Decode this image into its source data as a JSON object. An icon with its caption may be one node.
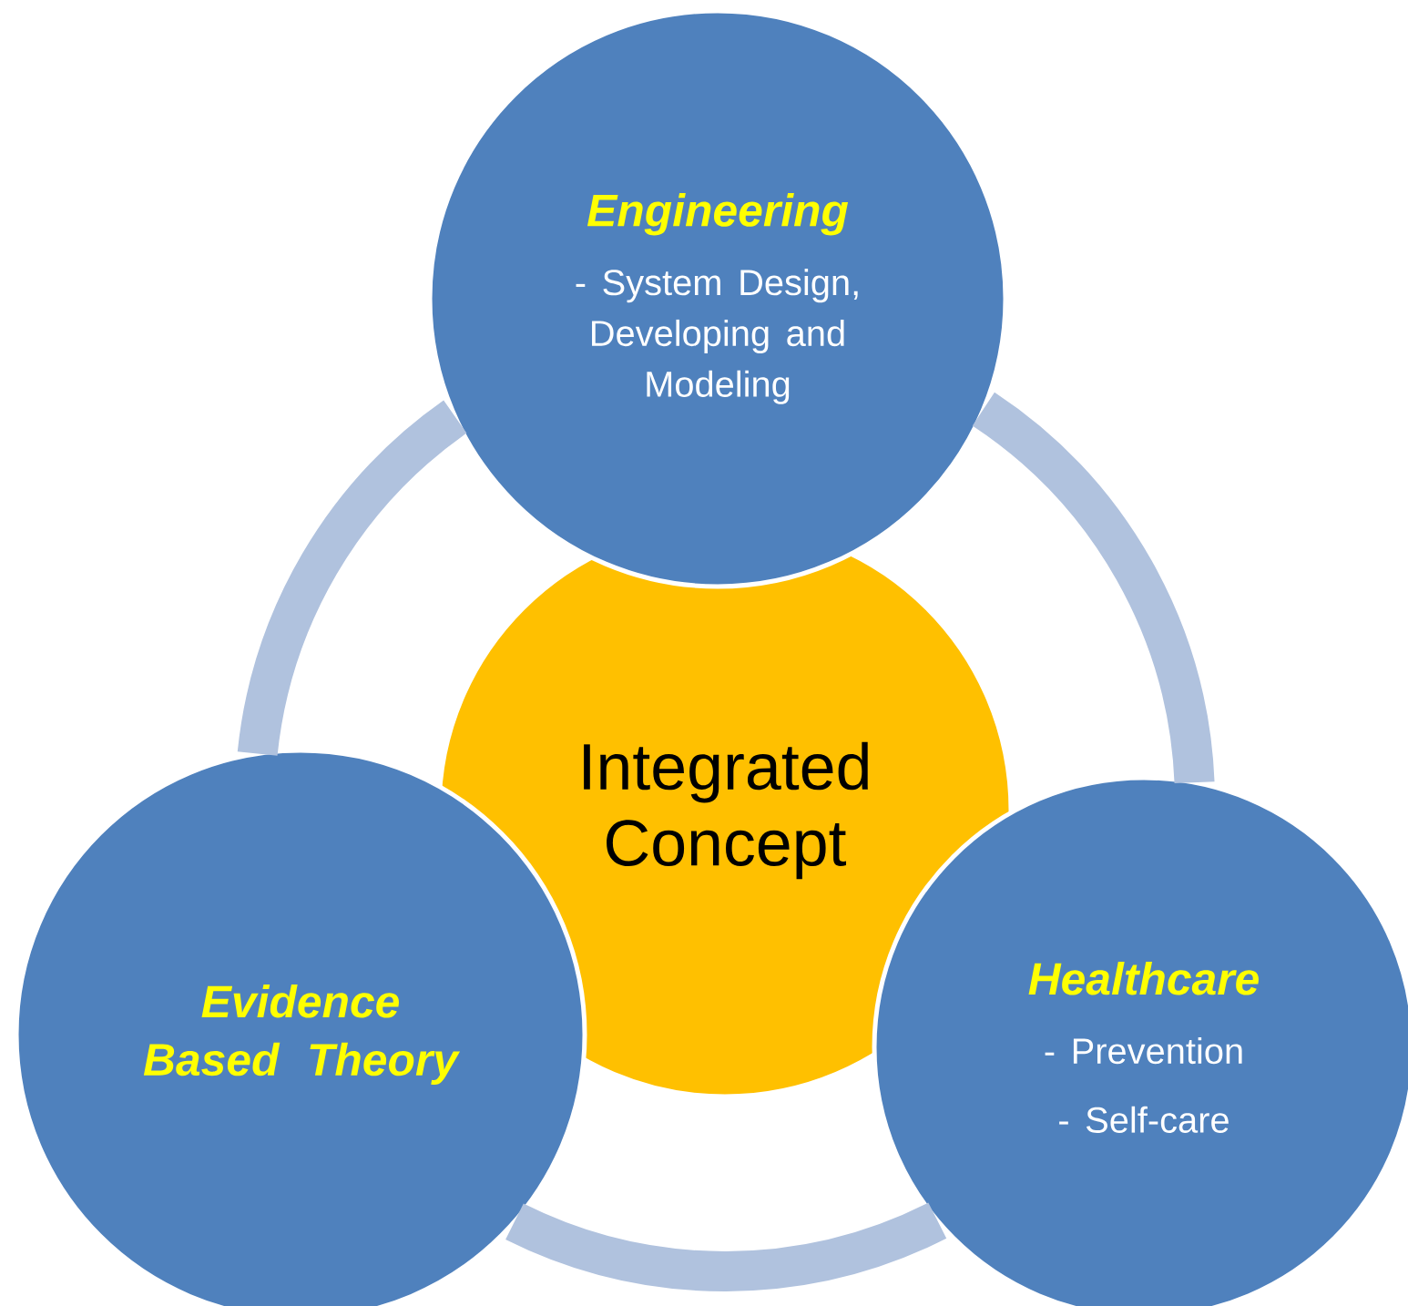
{
  "diagram": {
    "nodes": [
      {
        "text": [
          "Engineering",
          "- System Design, Developing and Modeling"
        ]
      },
      {
        "text": [
          "Integrated Concept"
        ]
      },
      {
        "text": [
          "Evidence Based Theory"
        ]
      },
      {
        "text": [
          "Healthcare",
          "- Prevention",
          "- Self-care"
        ]
      }
    ],
    "edges": [
      {
        "from": 0,
        "to": 3,
        "arrow": "none"
      },
      {
        "from": 3,
        "to": 2,
        "arrow": "none"
      },
      {
        "from": 2,
        "to": 0,
        "arrow": "none"
      }
    ]
  }
}
